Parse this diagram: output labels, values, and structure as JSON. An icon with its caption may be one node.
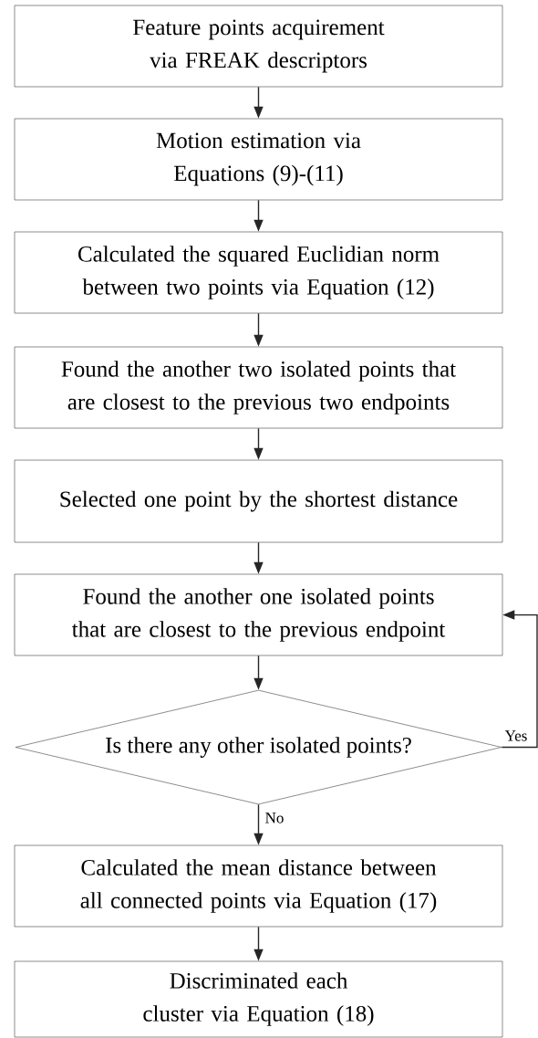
{
  "diagram": {
    "nodes": [
      {
        "text": [
          "Feature points acquirement via FREAK descriptors"
        ]
      },
      {
        "text": [
          "Motion estimation via Equations (9)-(11)"
        ]
      },
      {
        "text": [
          "Calculated the squared Euclidian norm between two points via Equation (12)"
        ]
      },
      {
        "text": [
          "Found the another two isolated points that are closest to the previous two endpoints"
        ]
      },
      {
        "text": [
          "Selected one point by the shortest distance"
        ]
      },
      {
        "text": [
          "Found the another one isolated points that are closest to the previous endpoint"
        ]
      },
      {
        "text": [
          "Is there any other isolated points?"
        ]
      },
      {
        "text": [
          "Calculated the mean distance between all connected points via Equation (17)"
        ]
      },
      {
        "text": [
          "Discriminated each cluster via Equation (18)"
        ]
      }
    ],
    "edges": [
      {
        "from": 0,
        "to": 1,
        "arrow": "to"
      },
      {
        "from": 1,
        "to": 2,
        "arrow": "to"
      },
      {
        "from": 2,
        "to": 3,
        "arrow": "to"
      },
      {
        "from": 3,
        "to": 4,
        "arrow": "to"
      },
      {
        "from": 4,
        "to": 5,
        "arrow": "to"
      },
      {
        "from": 5,
        "to": 6,
        "arrow": "to"
      },
      {
        "from": 6,
        "to": 5,
        "arrow": "to",
        "label": "Yes"
      },
      {
        "from": 6,
        "to": 7,
        "arrow": "to",
        "label": "No"
      },
      {
        "from": 7,
        "to": 8,
        "arrow": "to"
      }
    ]
  }
}
